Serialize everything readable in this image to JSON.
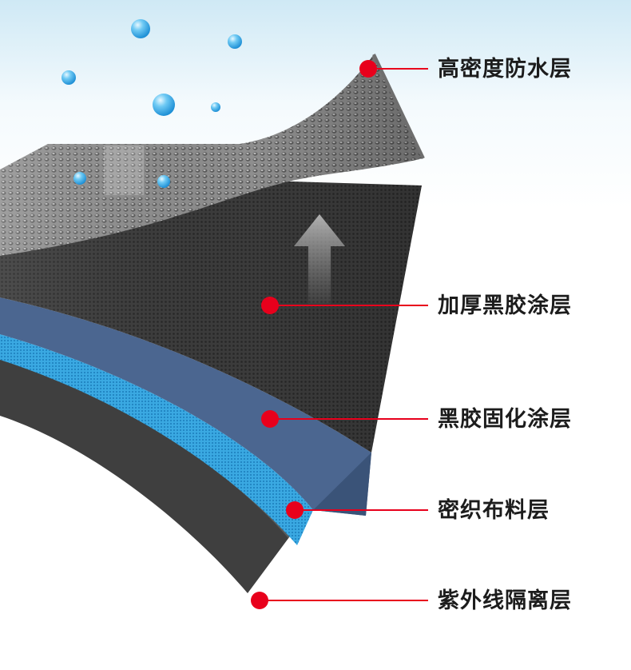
{
  "layers": [
    {
      "id": "waterproof",
      "label": "高密度防水层"
    },
    {
      "id": "thick-black",
      "label": "加厚黑胶涂层"
    },
    {
      "id": "cured-black",
      "label": "黑胶固化涂层"
    },
    {
      "id": "fabric",
      "label": "密织布料层"
    },
    {
      "id": "uv",
      "label": "紫外线隔离层"
    }
  ],
  "colors": {
    "marker": "#e8001c",
    "leader_line": "#e8001c",
    "mesh_layer": "#8a8a8a",
    "black_layer": "#3a3a3a",
    "blue_layer": "#4b6690",
    "fabric_layer": "#35a7e0",
    "bottom_layer": "#454545",
    "water_drop": "#42b8f0"
  },
  "icons": {
    "water_drops": "water-drop-icon",
    "up_arrow": "arrow-up-icon"
  }
}
